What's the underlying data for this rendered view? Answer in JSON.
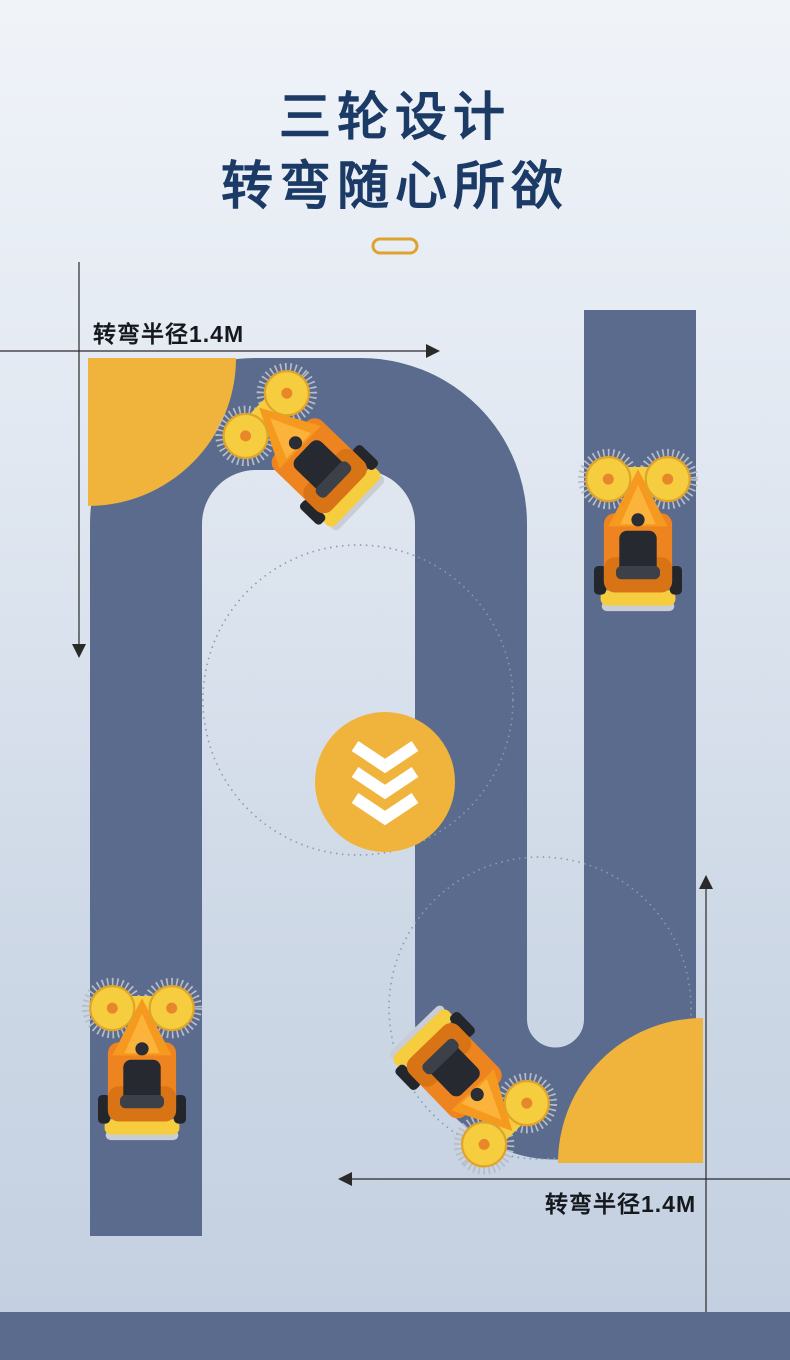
{
  "header": {
    "title_line1": "三轮设计",
    "title_line2": "转弯随心所欲"
  },
  "annotations": {
    "top": {
      "label": "转弯半径1.4M"
    },
    "bottom": {
      "label": "转弯半径1.4M"
    }
  },
  "diagram": {
    "vehicle_count": 4,
    "vehicles": [
      {
        "position": "top-left-turn",
        "orientation": "diagonal-up-left"
      },
      {
        "position": "right-lane",
        "orientation": "up"
      },
      {
        "position": "left-lane-bottom",
        "orientation": "up"
      },
      {
        "position": "bottom-turn",
        "orientation": "diagonal-down-right"
      }
    ],
    "turn_radius_value": "1.4M"
  },
  "icons": {
    "direction_indicator": "triple-chevron-down-icon",
    "vehicle": "road-sweeper-top-view",
    "chevron_count": 3
  },
  "colors": {
    "road": "#5a6b8d",
    "accent": "#f0b43c",
    "brush_yellow": "#f5cd3f",
    "vehicle_orange": "#ee8420",
    "title": "#1c3a66",
    "label": "#15181d",
    "dotted_circle": "#8e9aab",
    "divider_gold": "#dca32f",
    "background_top": "#f0f4f9",
    "background_bottom": "#c3cfe0"
  }
}
